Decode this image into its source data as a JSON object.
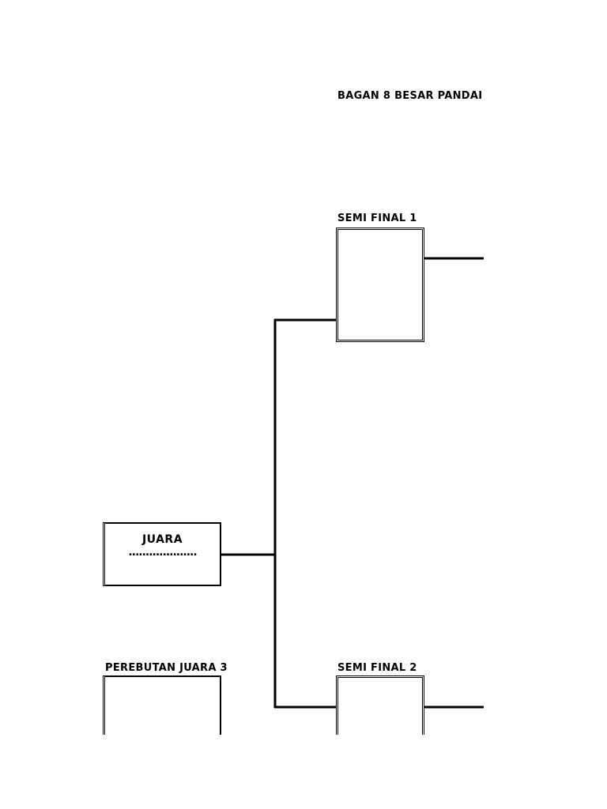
{
  "title": "BAGAN 8 BESAR PANDAI",
  "semi_final_1": {
    "label": "SEMI FINAL 1"
  },
  "semi_final_2": {
    "label": "SEMI FINAL 2"
  },
  "champion": {
    "title": "JUARA",
    "name_placeholder": "...................."
  },
  "third_place": {
    "label": "PEREBUTAN JUARA 3"
  },
  "colors": {
    "line": "#000000",
    "background": "#ffffff"
  }
}
